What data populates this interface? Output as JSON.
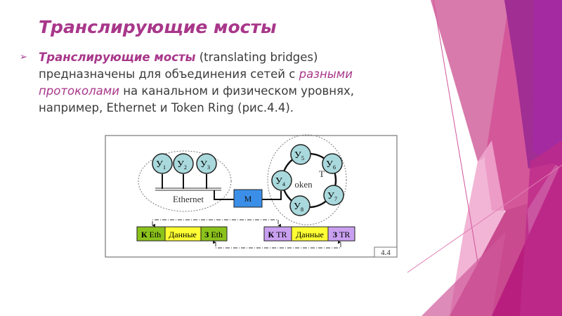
{
  "slide": {
    "title": "Транслирующие мосты",
    "bullet": {
      "term": "Транслирующие мосты",
      "t1": " (translating bridges) предназначены для объединения сетей с ",
      "em": "разными протоколами",
      "t2": " на канальном и физическом уровнях, например, Ethernet и Token Ring (рис.4.4)."
    }
  },
  "diagram": {
    "eth_nodes": [
      "У1",
      "У2",
      "У3"
    ],
    "tr_nodes": [
      "У4",
      "У5",
      "У6",
      "У7",
      "У8"
    ],
    "node_letter": "У",
    "ethernet_label": "Ethernet",
    "token_t": "T",
    "token_oken": "oken",
    "bridge_label": "M",
    "eth_frame": {
      "k": "К",
      "k_rest": " Eth",
      "data": "Данные",
      "z": "З",
      "z_rest": " Eth"
    },
    "tr_frame": {
      "k": "К",
      "k_rest": " TR",
      "data": "Данные",
      "z": "З",
      "z_rest": " TR"
    },
    "figure_number": "4.4",
    "colors": {
      "node": "#a9d9dc",
      "bridge": "#3b8fe8",
      "eth": "#8cc21c",
      "data": "#ffff33",
      "tr": "#c9a0f0"
    }
  }
}
